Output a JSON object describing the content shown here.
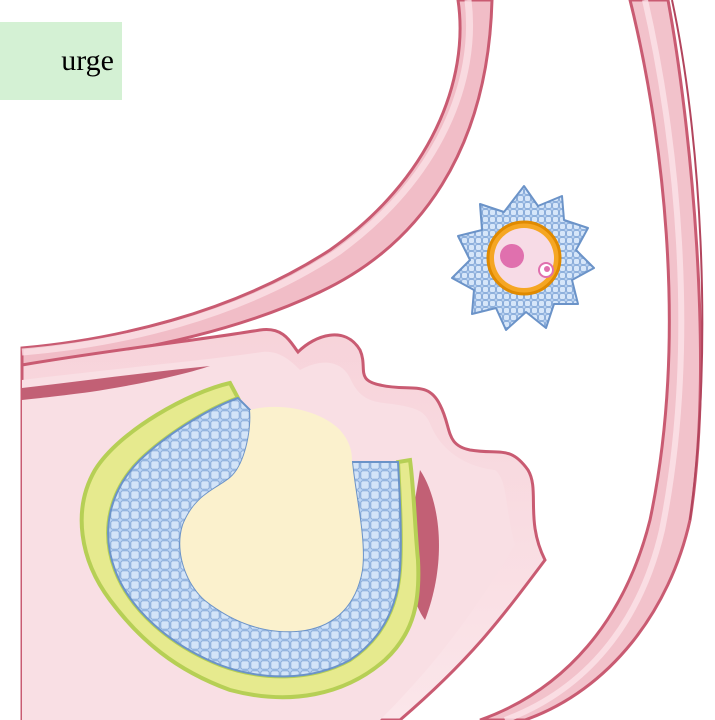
{
  "label": {
    "text": "urge"
  },
  "colors": {
    "tissue": "#f3c4cc",
    "tissue_dark": "#c85a70",
    "tissue_inner": "#f8d7dc",
    "cavity": "#f7dde3",
    "granulosa": "#b9d3f2",
    "granulosa_edge": "#7ea4d6",
    "theca": "#b8d65e",
    "theca_outer": "#ecec9c",
    "antrum": "#fbf2cf",
    "zona": "#f2b400",
    "oocyte": "#f7d7e6",
    "nucleus": "#e06aa8",
    "label_bg": "#d4f1d4"
  },
  "icons": {
    "released_oocyte": "oocyte-with-corona-radiata",
    "follicle": "ruptured-follicle"
  }
}
